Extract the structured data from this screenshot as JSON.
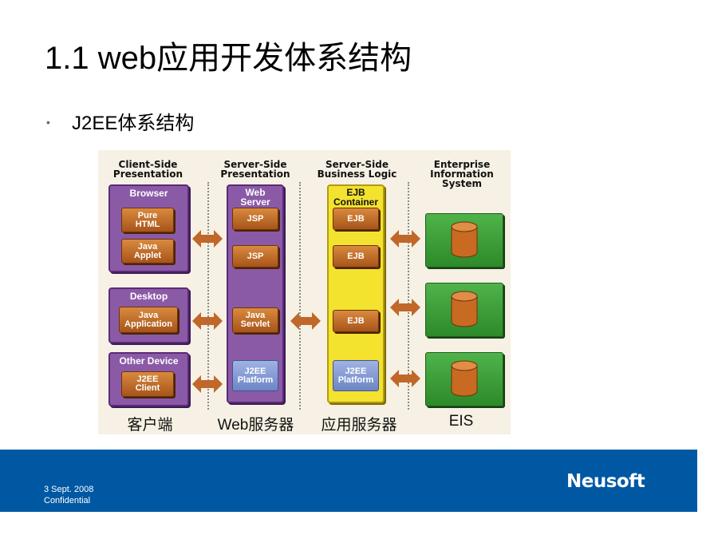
{
  "slide": {
    "title": "1.1 web应用开发体系结构",
    "bullet_marker": "•",
    "bullet": "J2EE体系结构"
  },
  "diagram": {
    "columns": [
      {
        "header": [
          "Client-Side",
          "Presentation"
        ],
        "footer": "客户端"
      },
      {
        "header": [
          "Server-Side",
          "Presentation"
        ],
        "footer": "Web服务器"
      },
      {
        "header": [
          "Server-Side",
          "Business Logic"
        ],
        "footer": "应用服务器"
      },
      {
        "header": [
          "Enterprise",
          "Information",
          "System"
        ],
        "footer": "EIS"
      }
    ],
    "client_groups": [
      {
        "title": "Browser",
        "items": [
          [
            "Pure",
            "HTML"
          ],
          [
            "Java",
            "Applet"
          ]
        ]
      },
      {
        "title": "Desktop",
        "items": [
          [
            "Java",
            "Application"
          ]
        ]
      },
      {
        "title": "Other Device",
        "items": [
          [
            "J2EE",
            "Client"
          ]
        ]
      }
    ],
    "web_server": {
      "title": [
        "Web",
        "Server"
      ],
      "items": [
        [
          "JSP"
        ],
        [
          "JSP"
        ],
        [
          "Java",
          "Servlet"
        ]
      ],
      "platform": [
        "J2EE",
        "Platform"
      ]
    },
    "ejb_container": {
      "title": [
        "EJB",
        "Container"
      ],
      "items": [
        [
          "EJB"
        ],
        [
          "EJB"
        ],
        [
          "EJB"
        ]
      ],
      "platform": [
        "J2EE",
        "Platform"
      ]
    },
    "eis_count": 3,
    "colors": {
      "background": "#f6f1e4",
      "client_purple": "#8b5aa6",
      "component_orange": "#c0682a",
      "ejb_yellow": "#f3e22e",
      "platform_blue": "#8a9fd6",
      "eis_green": "#3fa23b"
    }
  },
  "footer": {
    "date": "3 Sept. 2008",
    "confidential": "Confidential",
    "logo": "Neusoft",
    "band_color": "#0058a3"
  }
}
